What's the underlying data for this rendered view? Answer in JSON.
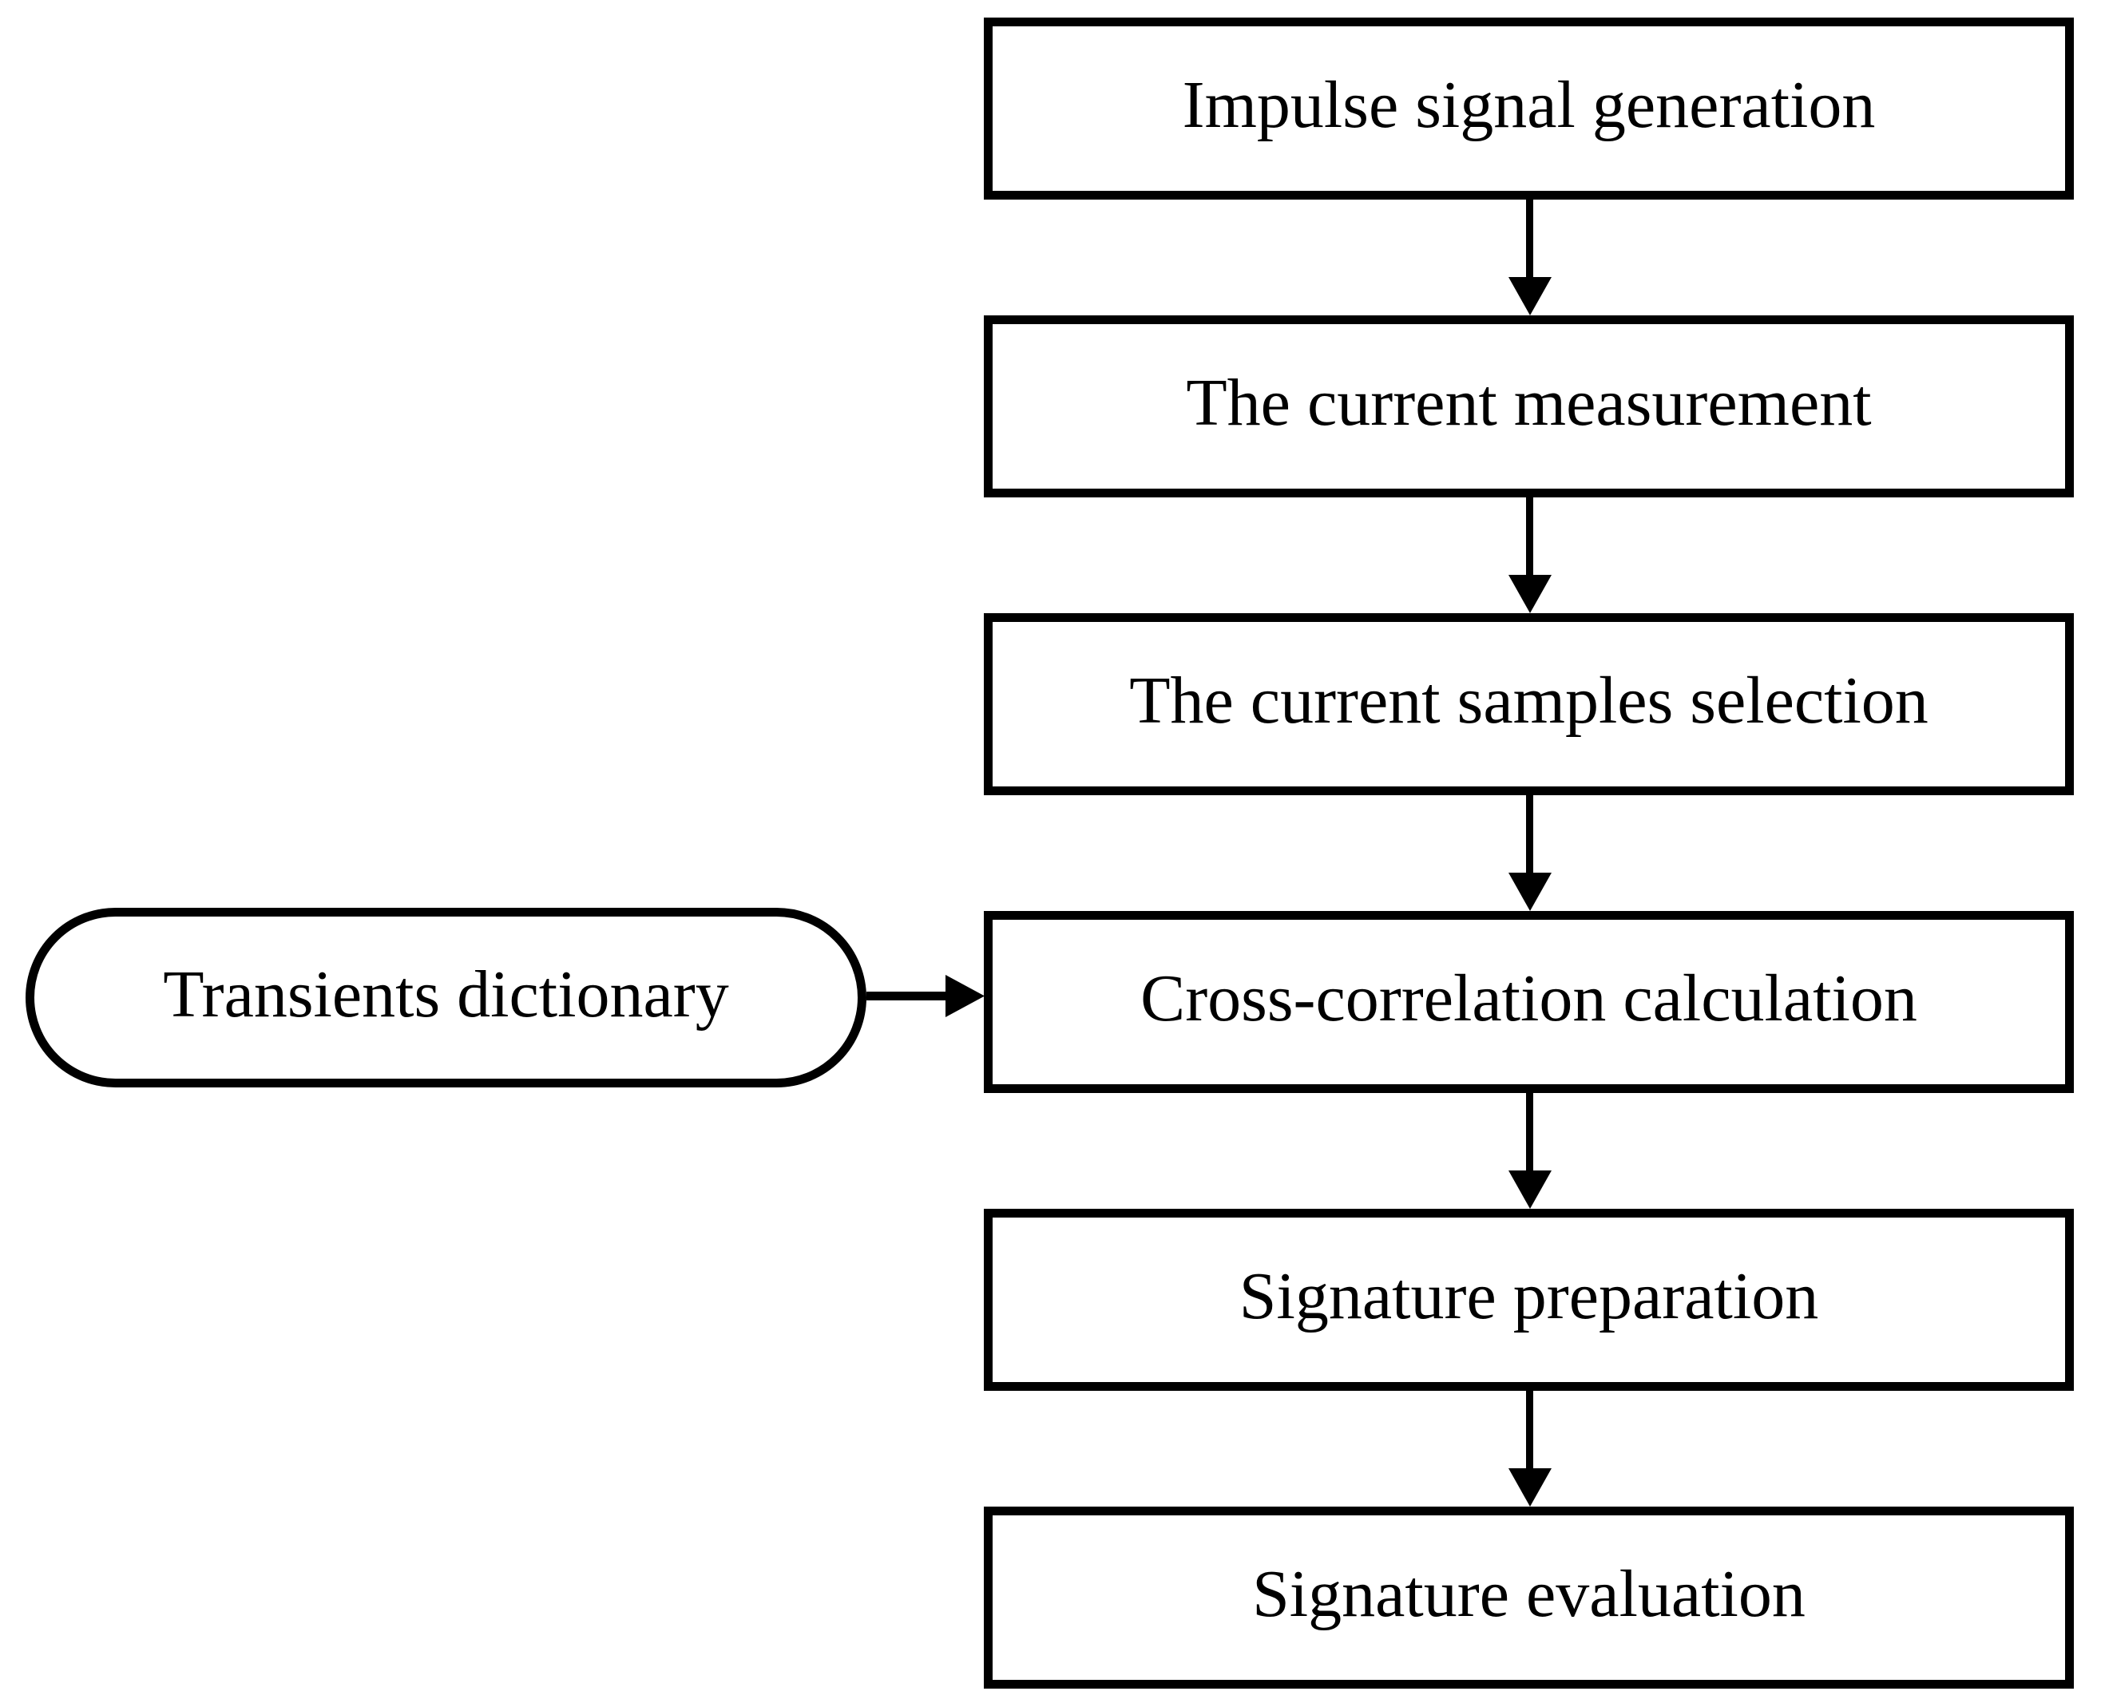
{
  "diagram": {
    "type": "flowchart",
    "colors": {
      "background": "#ffffff",
      "stroke": "#000000",
      "text": "#000000",
      "node_fill": "#ffffff"
    },
    "nodes": {
      "impulse": {
        "label": "Impulse signal generation",
        "shape": "rect"
      },
      "measure": {
        "label": "The current measurement",
        "shape": "rect"
      },
      "samples": {
        "label": "The current samples selection",
        "shape": "rect"
      },
      "crosscorr": {
        "label": "Cross-correlation calculation",
        "shape": "rect"
      },
      "prepare": {
        "label": "Signature preparation",
        "shape": "rect"
      },
      "evaluate": {
        "label": "Signature evaluation",
        "shape": "rect"
      },
      "dictionary": {
        "label": "Transients dictionary",
        "shape": "stadium"
      }
    },
    "edges": [
      {
        "from": "impulse",
        "to": "measure",
        "direction": "down"
      },
      {
        "from": "measure",
        "to": "samples",
        "direction": "down"
      },
      {
        "from": "samples",
        "to": "crosscorr",
        "direction": "down"
      },
      {
        "from": "dictionary",
        "to": "crosscorr",
        "direction": "right"
      },
      {
        "from": "crosscorr",
        "to": "prepare",
        "direction": "down"
      },
      {
        "from": "prepare",
        "to": "evaluate",
        "direction": "down"
      }
    ]
  }
}
